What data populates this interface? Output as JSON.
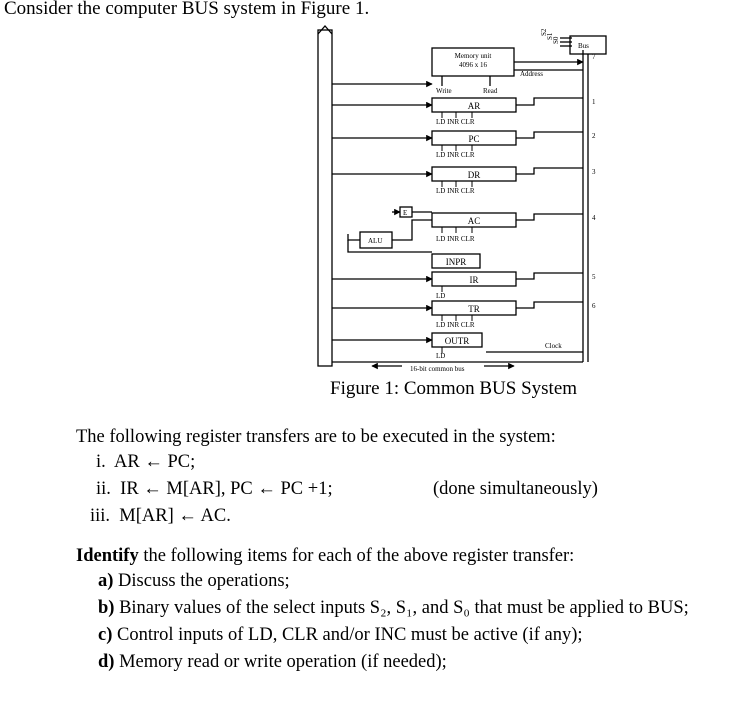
{
  "intro": "Consider the computer BUS system in Figure 1.",
  "figure": {
    "caption": "Figure 1: Common BUS System",
    "memory": {
      "title": "Memory unit",
      "size": "4096 x 16",
      "write": "Write",
      "read": "Read",
      "address": "Address"
    },
    "select": {
      "s2": "S2",
      "s1": "S1",
      "s0": "S0",
      "bus": "Bus"
    },
    "registers": {
      "ar": "AR",
      "pc": "PC",
      "dr": "DR",
      "ac": "AC",
      "inpr": "INPR",
      "ir": "IR",
      "tr": "TR",
      "outr": "OUTR"
    },
    "controls": {
      "ld_inr_clr": "LD  INR  CLR",
      "ld": "LD"
    },
    "alu": "ALU",
    "e": "E",
    "clock": "Clock",
    "common_bus": "16-bit common bus",
    "bus_numbers": [
      "7",
      "1",
      "2",
      "3",
      "4",
      "5",
      "6"
    ]
  },
  "transfers_intro": "The following register transfers are to be executed in the system:",
  "transfers": [
    {
      "num": "i.",
      "text": "AR ← PC;"
    },
    {
      "num": "ii.",
      "text": "IR ← M[AR], PC ← PC +1;",
      "note": "(done simultaneously)"
    },
    {
      "num": "iii.",
      "text": "M[AR] ← AC."
    }
  ],
  "identify": {
    "bold": "Identify",
    "rest": " the following items for each of the above register transfer:"
  },
  "questions": [
    {
      "label": "a)",
      "text": "Discuss the operations;"
    },
    {
      "label": "b)",
      "text": "Binary values of the select inputs S₂, S₁, and S₀ that must be applied to BUS;"
    },
    {
      "label": "c)",
      "text": "Control inputs of LD, CLR and/or INC must be active (if any);"
    },
    {
      "label": "d)",
      "text": "Memory read or write operation (if needed);"
    }
  ]
}
